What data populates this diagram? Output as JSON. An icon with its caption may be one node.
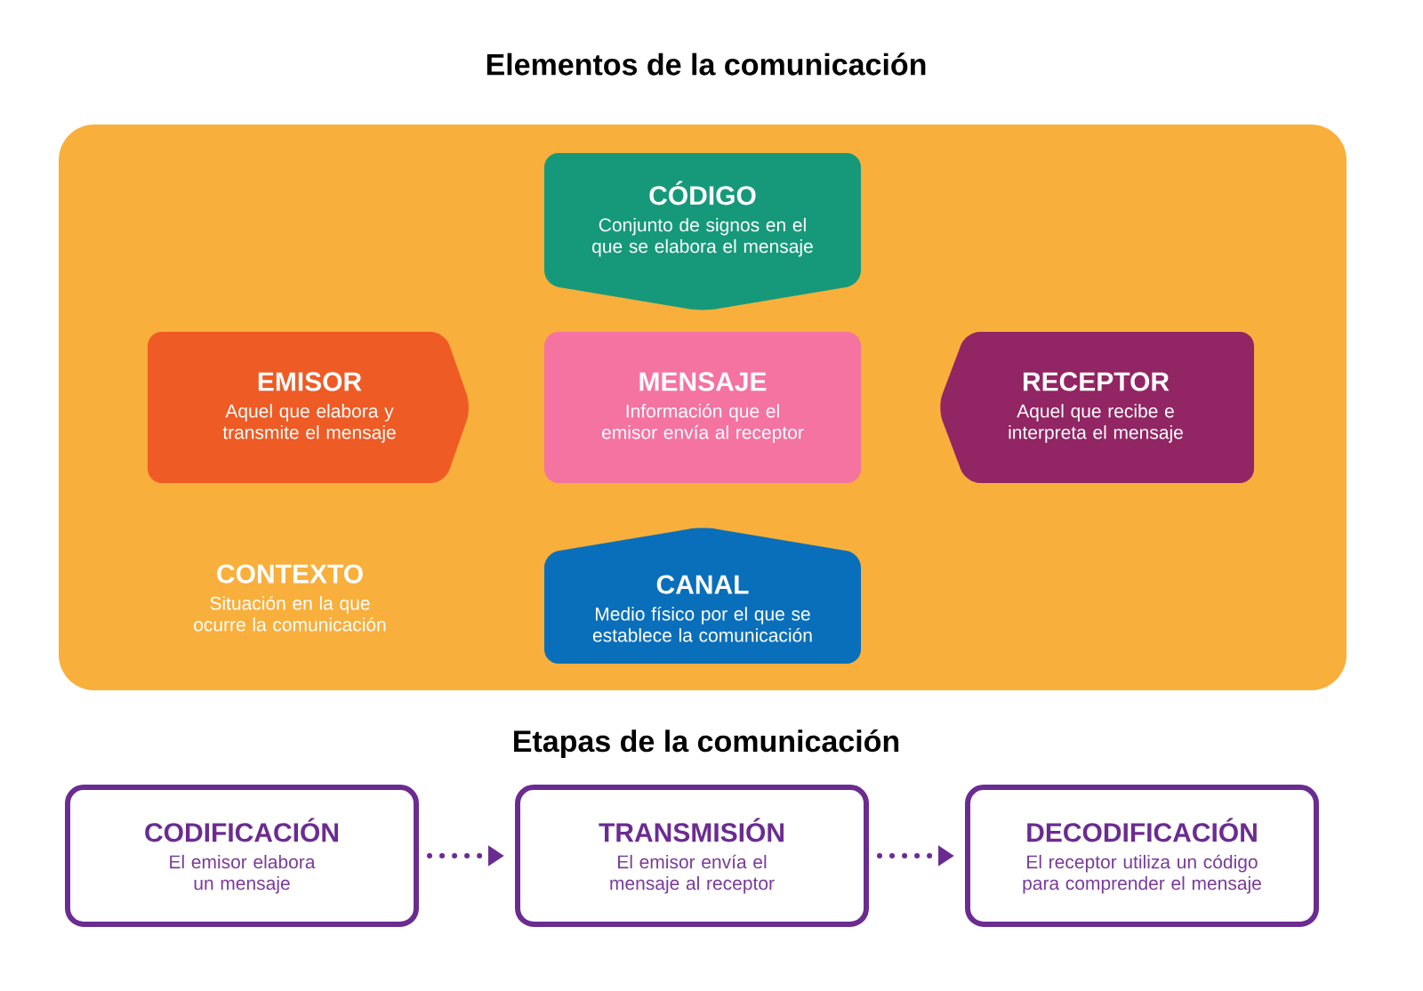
{
  "diagram": {
    "title": "Elementos de la comunicación",
    "nodes": [
      {
        "text": [
          "CONTEXTO",
          "Situación en la que ocurre la comunicación"
        ]
      },
      {
        "text": [
          "CÓDIGO",
          "Conjunto de signos en el que se elabora el mensaje"
        ],
        "in": 0
      },
      {
        "text": [
          "EMISOR",
          "Aquel que elabora y transmite el mensaje"
        ],
        "in": 0
      },
      {
        "text": [
          "MENSAJE",
          "Información que el emisor envía al receptor"
        ],
        "in": 0
      },
      {
        "text": [
          "RECEPTOR",
          "Aquel que recibe e interpreta el mensaje"
        ],
        "in": 0
      },
      {
        "text": [
          "CANAL",
          "Medio físico por el que se establece la comunicación"
        ],
        "in": 0
      },
      {
        "text": [
          "CODIFICACIÓN",
          "El emisor elabora un mensaje"
        ]
      },
      {
        "text": [
          "TRANSMISIÓN",
          "El emisor envía el mensaje al receptor"
        ]
      },
      {
        "text": [
          "DECODIFICACIÓN",
          "El receptor utiliza un código para comprender el mensaje"
        ]
      }
    ],
    "edges": [
      {
        "from": 6,
        "to": 7,
        "arrow": "to",
        "style": "dashed"
      },
      {
        "from": 7,
        "to": 8,
        "arrow": "to",
        "style": "dashed"
      }
    ],
    "labels": [
      "Etapas de la comunicación"
    ]
  }
}
